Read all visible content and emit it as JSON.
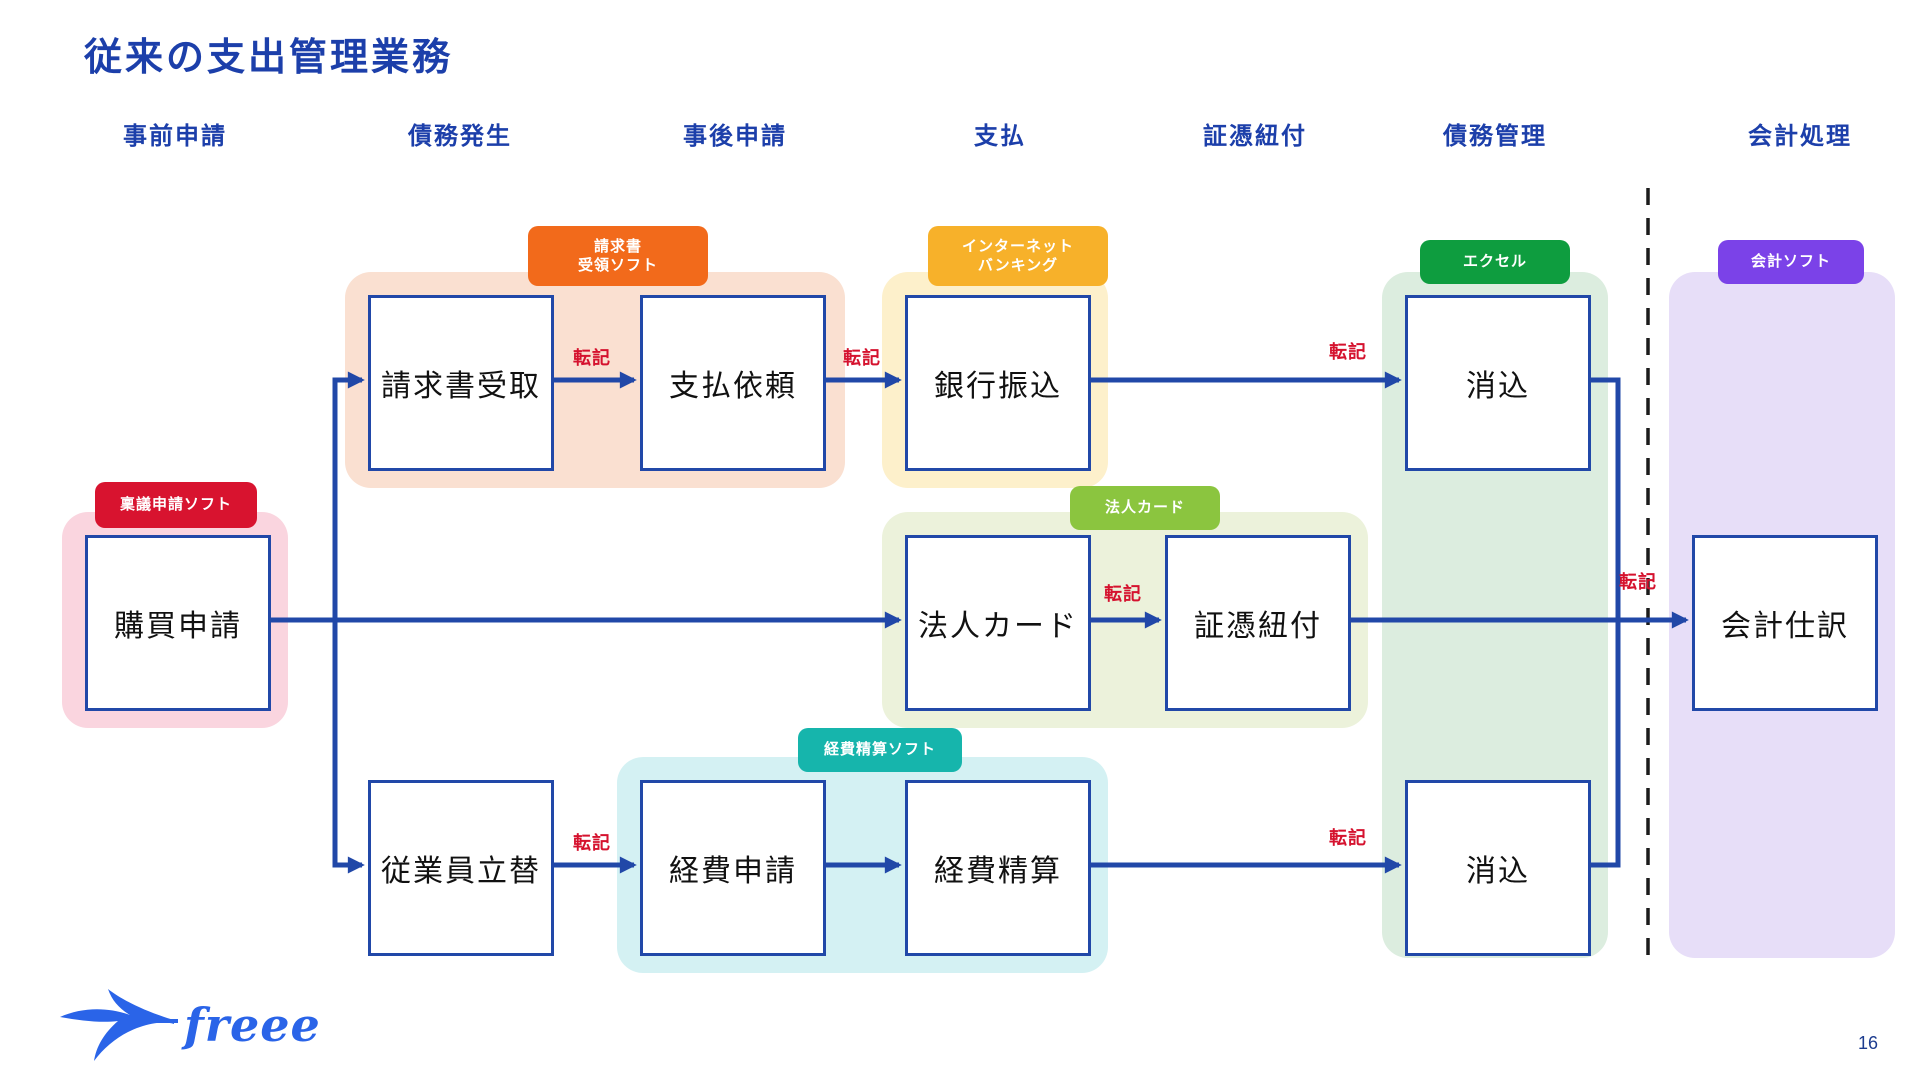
{
  "title": "従来の支出管理業務",
  "page_number": "16",
  "logo_text": "freee",
  "tenki_label": "転記",
  "columns": [
    "事前申請",
    "債務発生",
    "事後申請",
    "支払",
    "証憑紐付",
    "債務管理",
    "会計処理"
  ],
  "tags": {
    "ringi": {
      "label": "稟議申請ソフト",
      "color": "#D8132F"
    },
    "invoice": {
      "label": "請求書\n受領ソフト",
      "color": "#F26A1B"
    },
    "netbank": {
      "label": "インターネット\nバンキング",
      "color": "#F7B12A"
    },
    "excel": {
      "label": "エクセル",
      "color": "#0E9D3F"
    },
    "kaikei": {
      "label": "会計ソフト",
      "color": "#7B42E8"
    },
    "card": {
      "label": "法人カード",
      "color": "#8BC53F"
    },
    "keihi": {
      "label": "経費精算ソフト",
      "color": "#16B5AC"
    }
  },
  "boxes": {
    "koubai_shinsei": "購買申請",
    "seikyusho_uketori": "請求書受取",
    "shiharai_irai": "支払依頼",
    "ginko_furikomi": "銀行振込",
    "keshikomi_top": "消込",
    "hojin_card": "法人カード",
    "shohyo_himotsuke": "証憑紐付",
    "kaikei_shiwake": "会計仕訳",
    "jugyoin_tatekae": "従業員立替",
    "keihi_shinsei": "経費申請",
    "keihi_seisan": "経費精算",
    "keshikomi_bottom": "消込"
  },
  "colors": {
    "accent_blue": "#2148A8",
    "heading_blue": "#1C3FAA",
    "tenki_red": "#D5122E",
    "logo_blue": "#2A64E8",
    "group_pink": "#FAD5DF",
    "group_peach": "#FAE0D1",
    "group_lightyellow": "#FDF0CB",
    "group_lightgreen": "#DCEDDF",
    "group_lavender": "#E7DEF8",
    "group_yellowgreen": "#ECF2DB",
    "group_cyan": "#D4F1F3"
  }
}
